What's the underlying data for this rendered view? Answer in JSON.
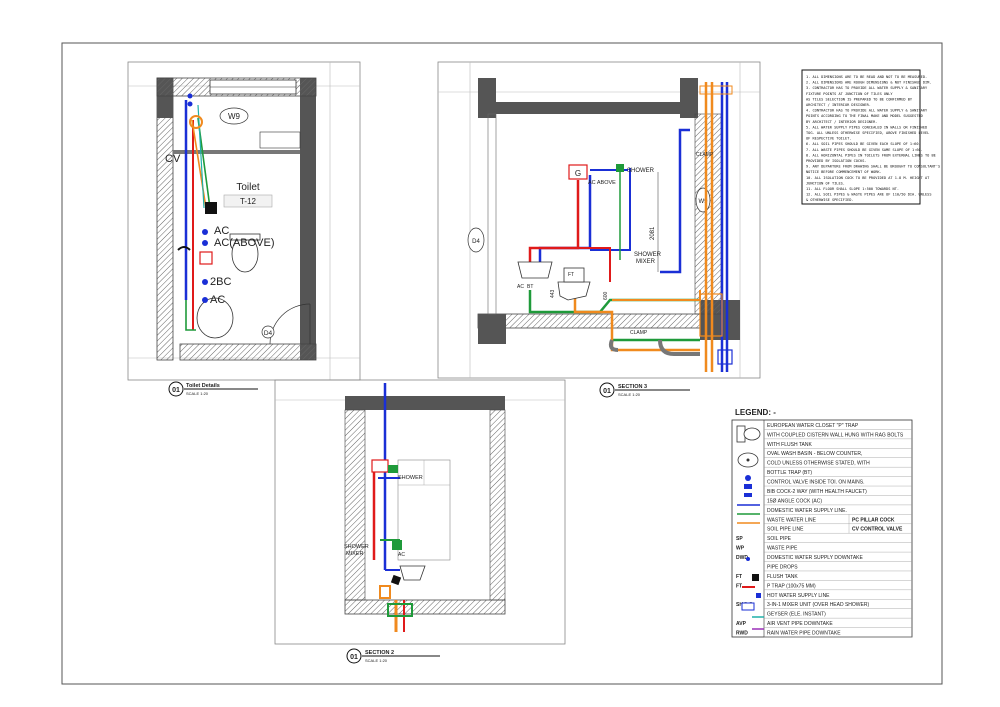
{
  "drawing1": {
    "room_label": "Toilet",
    "room_code": "T-12",
    "window_tag": "W9",
    "door_tag": "D4",
    "labels": {
      "cv": "CV",
      "ac1": "AC",
      "ac_above": "AC(ABOVE)",
      "bc2": "2BC",
      "ac2": "AC"
    },
    "title_num": "01",
    "title": "Toilet Details",
    "scale": "SCALE 1:20"
  },
  "drawing2": {
    "labels": {
      "ac_above": "AC ABOVE",
      "shower": "SHOWER",
      "shower_mixer_1": "SHOWER",
      "shower_mixer_2": "MIXER",
      "ft": "FT",
      "clamp_top": "CLAMP",
      "clamp_bottom": "CLAMP",
      "dim_2081": "2081",
      "dim_600": "600",
      "dim_443": "443",
      "d4": "D4",
      "w9": "W9",
      "ac_l": "AC",
      "bt": "BT"
    },
    "title_num": "01",
    "title": "SECTION 3",
    "scale": "SCALE 1:20"
  },
  "drawing3": {
    "labels": {
      "shower": "SHOWER",
      "shower_mixer_1": "SHOWER",
      "shower_mixer_2": "MIXER",
      "ac": "AC"
    },
    "title_num": "01",
    "title": "SECTION 2",
    "scale": "SCALE 1:20"
  },
  "notes": [
    "1.  ALL DIMENSIONS ARE TO BE READ AND NOT TO BE MEASURED.",
    "2.  ALL DIMENSIONS ARE ROUGH DIMENSIONS & NOT FINISHED DIM.",
    "3.  CONTRACTOR HAS TO PROVIDE ALL WATER SUPPLY & SANITARY",
    "    FIXTURE POINTS AT JUNCTION OF TILES ONLY",
    "    AS TILES SELECTION IS PREPARED TO BE CONFIRMED BY",
    "    ARCHITECT / INTERIOR DESIGNER.",
    "4.  CONTRACTOR HAS TO PROVIDE ALL WATER SUPPLY & SANITARY",
    "    POINTS ACCORDING TO THE FINAL MAKE AND MODEL SUGGESTED",
    "    BY ARCHITECT / INTERIOR DESIGNER.",
    "5.  ALL WATER SUPPLY PIPES CONCEALED IN WALLS OR FINISHED",
    "    TOG. ALL UNLESS OTHERWISE SPECIFIED, ABOVE FINISHED LEVEL",
    "    OF RESPECTIVE TOILET.",
    "6.  ALL SOIL PIPES SHOULD BE GIVEN EACH SLOPE OF 1:60.",
    "7.  ALL WASTE PIPES SHOULD BE GIVEN SAME SLOPE OF 1:60.",
    "8.  ALL HORIZONTAL PIPES IN TOILETS FROM EXTERNAL LINES TO BE",
    "    PROVIDED BY ISOLATION COCKS.",
    "9.  ANY DEPARTURE FROM DRAWING SHALL BE BROUGHT TO CONSULTANT'S",
    "    NOTICE BEFORE COMMENCEMENT OF WORK.",
    "10. ALL ISOLATION COCK TO BE PROVIDED AT 1.8 M. HEIGHT AT",
    "    JUNCTION OF TILES.",
    "11. ALL FLOOR SHALL SLOPE 1:500 TOWARDS NT.",
    "12. ALL SOIL PIPES & WASTE PIPES ARE OF 110/50 DIA. UNLESS",
    "    & OTHERWISE SPECIFIED."
  ],
  "legend": {
    "title": "LEGEND: -",
    "rows": [
      {
        "code": "",
        "text": "EUROPEAN WATER CLOSET \"P\" TRAP",
        "extra": ""
      },
      {
        "code": "",
        "text": "WITH COUPLED CISTERN WALL HUNG WITH RAG BOLTS",
        "extra": ""
      },
      {
        "code": "",
        "text": "WITH FLUSH TANK",
        "extra": ""
      },
      {
        "code": "",
        "text": "OVAL WASH BASIN - BELOW COUNTER,",
        "extra": ""
      },
      {
        "code": "",
        "text": "COLD UNLESS OTHERWISE STATED, WITH",
        "extra": ""
      },
      {
        "code": "",
        "text": "BOTTLE TRAP (BT)",
        "extra": ""
      },
      {
        "code": "",
        "text": "CONTROL VALVE INSIDE TOI. ON MAINS.",
        "extra": ""
      },
      {
        "code": "",
        "text": "BIB COCK-2 WAY (WITH HEALTH FAUCET)",
        "extra": ""
      },
      {
        "code": "",
        "text": "15Ø ANGLE COCK (AC)",
        "extra": ""
      },
      {
        "code": "",
        "text": "DOMESTIC WATER SUPPLY LINE.",
        "extra": ""
      },
      {
        "code": "",
        "text": "WASTE WATER LINE",
        "extra": "PC  PILLAR COCK"
      },
      {
        "code": "",
        "text": "SOIL PIPE LINE",
        "extra": "CV  CONTROL VALVE"
      },
      {
        "code": "SP",
        "text": "SOIL PIPE",
        "extra": ""
      },
      {
        "code": "WP",
        "text": "WASTE PIPE",
        "extra": ""
      },
      {
        "code": "DWD",
        "text": "DOMESTIC WATER SUPPLY DOWNTAKE",
        "extra": ""
      },
      {
        "code": "",
        "text": "PIPE DROPS",
        "extra": ""
      },
      {
        "code": "FT",
        "text": "FLUSH TANK",
        "extra": ""
      },
      {
        "code": "FT",
        "text": "P TRAP (100x75 MM)",
        "extra": ""
      },
      {
        "code": "",
        "text": "HOT WATER SUPPLY LINE",
        "extra": ""
      },
      {
        "code": "SH \"c\"",
        "text": "3-IN-1 MIXER UNIT (OVER HEAD SHOWER)",
        "extra": ""
      },
      {
        "code": "",
        "text": "GEYSER (ELE. INSTANT)",
        "extra": ""
      },
      {
        "code": "AVP",
        "text": "AIR VENT PIPE DOWNTAKE",
        "extra": ""
      },
      {
        "code": "RWD",
        "text": "RAIN WATER PIPE DOWNTAKE",
        "extra": ""
      }
    ]
  },
  "colors": {
    "domestic_water": "#1a2fd6",
    "hot_water": "#e01a1a",
    "waste_water": "#1f9a3a",
    "soil_pipe": "#f08a1e",
    "wall_hatch": "#555555",
    "air_vent": "#1fb0a8",
    "rain_water": "#9b2fb8"
  }
}
